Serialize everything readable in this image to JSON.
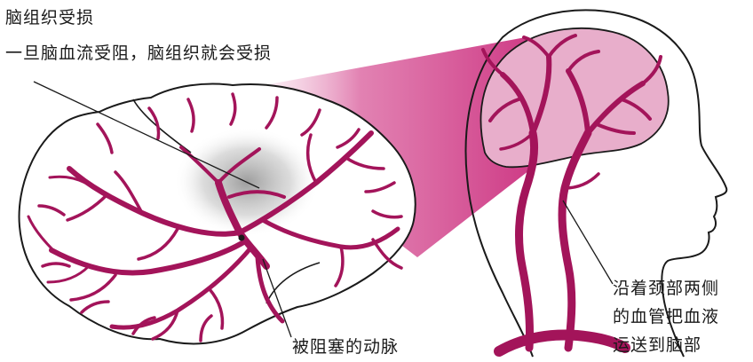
{
  "labels": {
    "damage_title": "脑组织受损",
    "damage_desc": "一旦脑血流受阻，脑组织就会受损",
    "blocked_artery": "被阻塞的动脉",
    "neck_line1": "沿着颈部两侧",
    "neck_line2": "的血管把血液",
    "neck_line3": "运送到脑部"
  },
  "colors": {
    "vessel": "#a3145a",
    "brain_tint": "#e8aecb",
    "beam": "#c9287a",
    "outline": "#1a1a1a",
    "damage_shadow": "#9a9a9a"
  }
}
